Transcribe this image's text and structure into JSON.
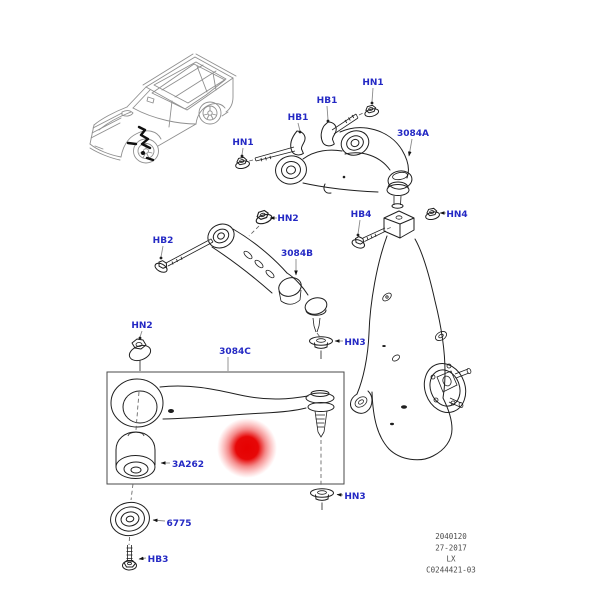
{
  "colors": {
    "label": "#2429c4",
    "line": "#1f1f1f",
    "leader": "#8a8a8a",
    "car_line": "#8f8f8f",
    "highlight": "#e60000",
    "footer_text": "#4b4b4b"
  },
  "callouts": {
    "hn1_a": "HN1",
    "hb1_a": "HB1",
    "hb1_b": "HB1",
    "hn1_b": "HN1",
    "p3084a": "3084A",
    "hn2_a": "HN2",
    "hb2": "HB2",
    "p3084b": "3084B",
    "hb4": "HB4",
    "hn4": "HN4",
    "hn3_a": "HN3",
    "hn2_b": "HN2",
    "p3084c": "3084C",
    "p3a262": "3A262",
    "hn3_b": "HN3",
    "p6775": "6775",
    "hb3": "HB3"
  },
  "footer": {
    "line1": "2040120",
    "line2": "27-2017",
    "line3": "LX",
    "line4": "C0244421-03"
  }
}
